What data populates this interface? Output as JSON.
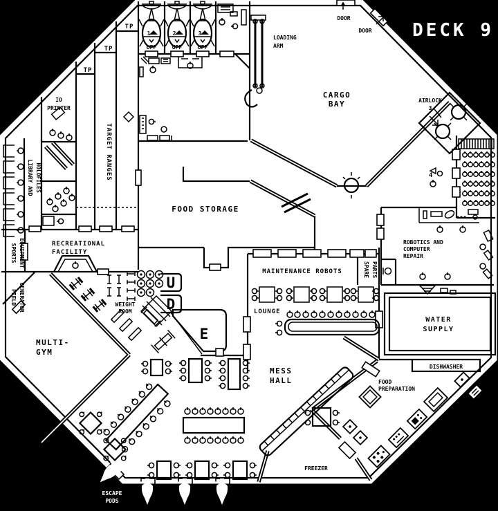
{
  "colors": {
    "background": "#000000",
    "floor": "#ffffff",
    "ink": "#000000"
  },
  "labels": {
    "deck_title": "DECK 9",
    "door_top": "DOOR",
    "door_diag": "DOOR",
    "loading_arm": [
      "LOADING",
      "ARM"
    ],
    "cargo_bay": [
      "CARGO",
      "BAY"
    ],
    "airlock": [
      "AIRLOCK",
      "3"
    ],
    "tp": "TP",
    "io_printer": [
      "IO",
      "PRINTER"
    ],
    "target_ranges": "TARGET RANGES",
    "library": [
      "LIBRARY AND",
      "HOLOFILES"
    ],
    "sports_equipment": [
      "SPORTS",
      "EQUIPMENT"
    ],
    "recreational": [
      "RECREATIONAL",
      "FACILITY"
    ],
    "field_generator": [
      "FIELD",
      "GENERATOR"
    ],
    "food_storage": "FOOD STORAGE",
    "maintenance_robots": "MAINTENANCE ROBOTS",
    "spare_parts": [
      "SPARE",
      "PARTS"
    ],
    "lounge": "LOUNGE",
    "robotics": [
      "ROBOTICS AND",
      "COMPUTER",
      "REPAIR"
    ],
    "water_supply": [
      "WATER",
      "SUPPLY"
    ],
    "multi_gym": [
      "MULTI-",
      "GYM"
    ],
    "weight_room": [
      "WEIGHT",
      "ROOM"
    ],
    "mess_hall": [
      "MESS",
      "HALL"
    ],
    "dishwasher": "DISHWASHER",
    "food_preparation": [
      "FOOD",
      "PREPARATION"
    ],
    "freezer": "FREEZER",
    "escape_pods": [
      "ESCAPE",
      "PODS"
    ],
    "lift_up": "U",
    "lift_down": "D",
    "lift_emergency": "E",
    "probe_1": "1",
    "probe_2": "2",
    "probe_3": "3",
    "probe_designation": "UPF",
    "theater_station": "4"
  }
}
